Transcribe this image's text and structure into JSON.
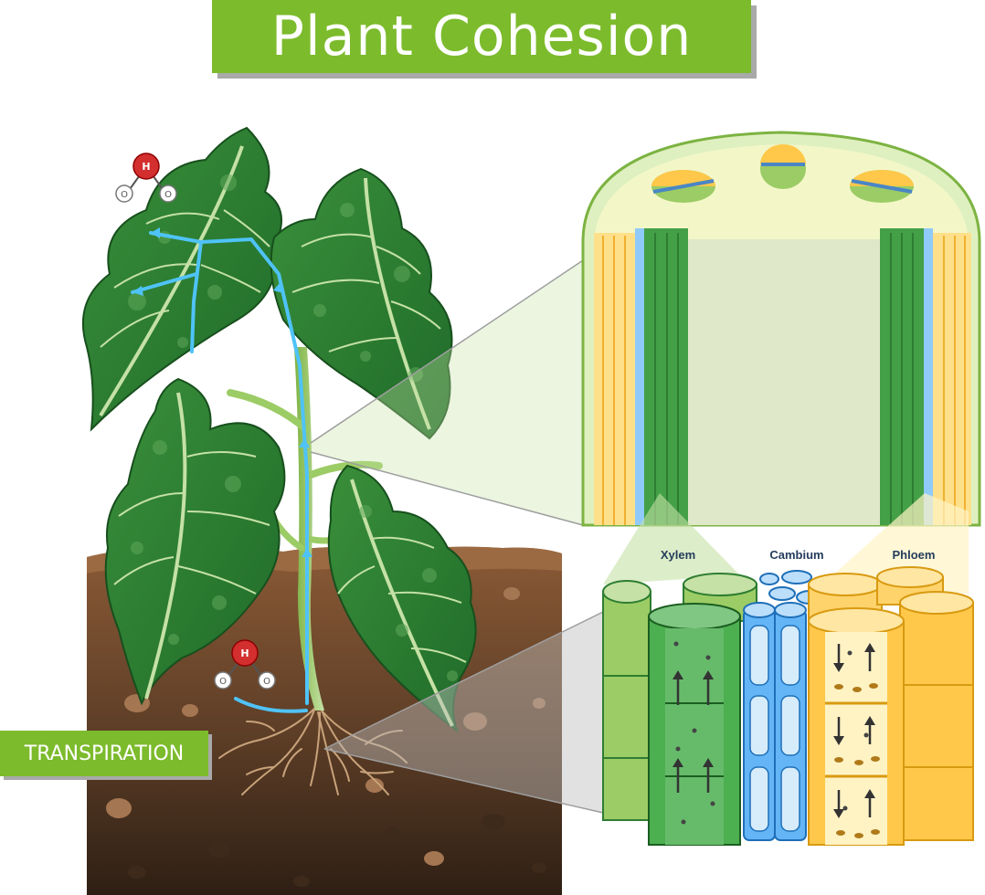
{
  "title": "Plant Cohesion",
  "label": "TRANSPIRATION",
  "tissues": {
    "xylem": "Xylem",
    "cambium": "Cambium",
    "phloem": "Phloem"
  },
  "molecule": {
    "hydrogen": "H",
    "oxygen": "O"
  },
  "colors": {
    "title_bg": "#7cbb2c",
    "leaf_dark": "#2e7d32",
    "leaf_light": "#66bb6a",
    "soil": "#6d4c32",
    "xylem": "#4caf50",
    "cambium": "#64b5f6",
    "phloem": "#ffc84a",
    "water_arrow": "#4fc3f7"
  },
  "icons": [
    "water-molecule-icon",
    "arrow-up-icon",
    "arrow-down-icon"
  ]
}
